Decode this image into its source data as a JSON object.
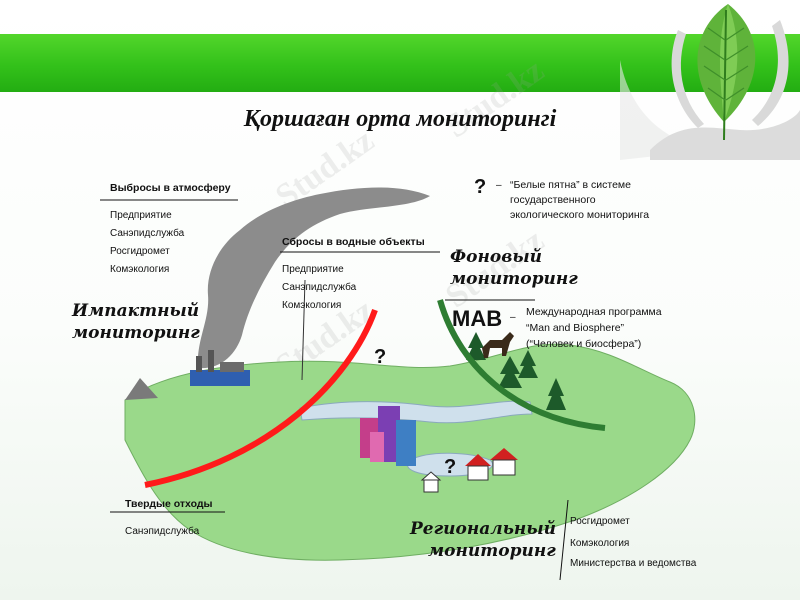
{
  "title": "Қоршаған орта мониторингі",
  "watermark": "Stud.kz",
  "emissions_air": {
    "header": "Выбросы в атмосферу",
    "items": [
      "Предприятие",
      "Санэпидслужба",
      "Росгидромет",
      "Комэкология"
    ]
  },
  "discharges_water": {
    "header": "Сбросы в водные объекты",
    "items": [
      "Предприятие",
      "Санэпидслужба",
      "Комэкология"
    ]
  },
  "solid_waste": {
    "header": "Твердые отходы",
    "items": [
      "Санэпидслужба"
    ]
  },
  "impact_monitoring": [
    "Импактный",
    "мониторинг"
  ],
  "background_monitoring": [
    "Фоновый",
    "мониторинг"
  ],
  "regional_monitoring": {
    "lines": [
      "Региональный",
      "мониторинг"
    ],
    "items": [
      "Росгидромет",
      "Комэкология",
      "Министерства и ведомства"
    ]
  },
  "white_spots": {
    "mark": "?",
    "dash": "–",
    "lines": [
      "“Белые пятна” в системе",
      "государственного",
      "экологического мониторинга"
    ]
  },
  "mab": {
    "abbr": "MAB",
    "dash": "–",
    "lines": [
      "Международная программа",
      "“Man and Biosphere”",
      "(“Человек и биосфера”)"
    ]
  },
  "question_mark": "?",
  "colors": {
    "bar_green": "#33c11a",
    "land_green": "#9ad98a",
    "impact_red": "#ff1a1a",
    "background_green": "#2e7d32",
    "water_blue": "#cfe0ec"
  }
}
